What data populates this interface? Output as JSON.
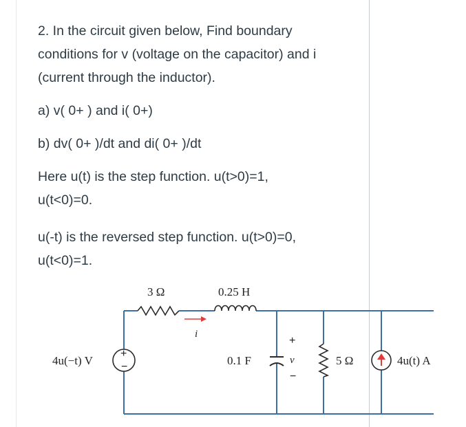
{
  "question": {
    "line1": "2. In the circuit given below, Find boundary",
    "line2": "conditions for v (voltage on the capacitor) and i",
    "line3": "(current through the inductor).",
    "part_a": "a) v( 0+ ) and i( 0+)",
    "part_b": "b) dv( 0+ )/dt and di( 0+ )/dt",
    "note1_line1": "Here u(t) is the step function. u(t>0)=1,",
    "note1_line2": "u(t<0)=0.",
    "note2_line1": "u(-t) is the reversed step function. u(t>0)=0,",
    "note2_line2": "u(t<0)=1."
  },
  "circuit": {
    "resistor1_label": "3 Ω",
    "inductor_label": "0.25 H",
    "current_label": "i",
    "voltage_source_label": "4u(−t) V",
    "capacitor_label": "0.1 F",
    "cap_voltage_plus": "+",
    "cap_voltage_label": "v",
    "cap_voltage_minus": "−",
    "resistor2_label": "5 Ω",
    "current_source_label": "4u(t) A",
    "vsource_plus": "+",
    "vsource_minus": "−",
    "colors": {
      "wire": "#3a6ea5",
      "component": "#2a2a2a",
      "arrow": "#e23b3b"
    }
  }
}
